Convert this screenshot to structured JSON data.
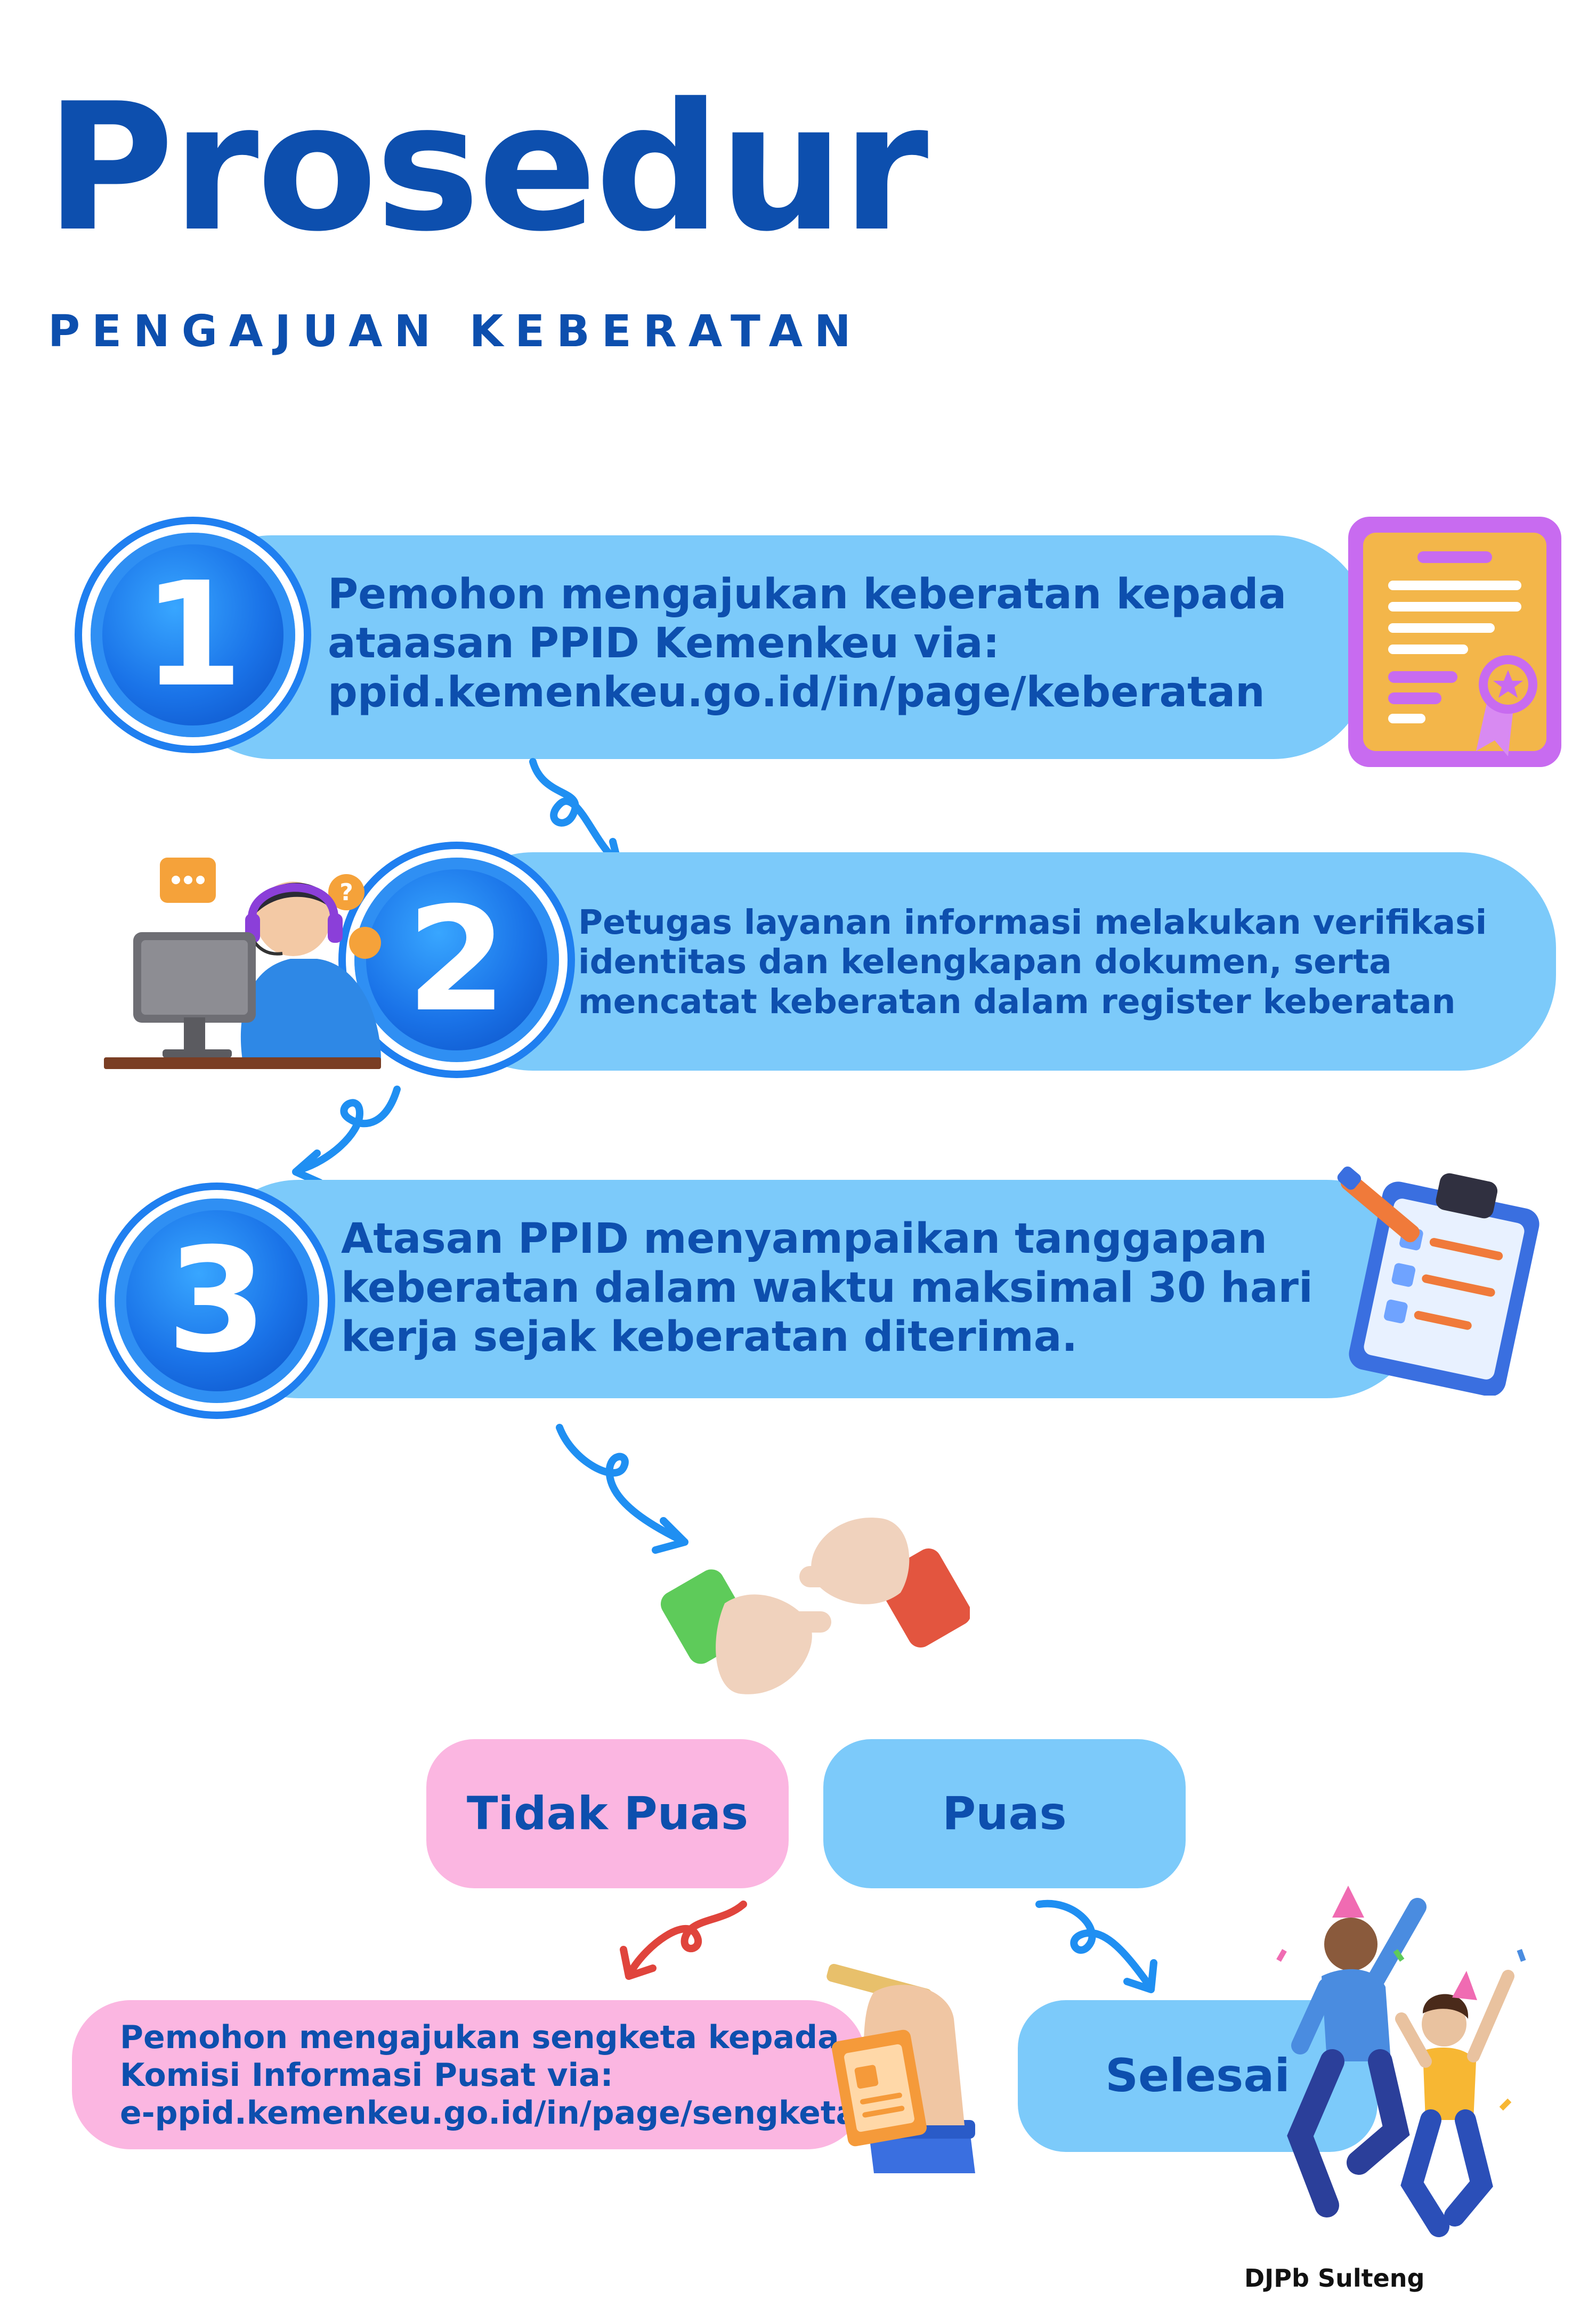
{
  "header": {
    "title": "Prosedur",
    "subtitle": "PENGAJUAN KEBERATAN"
  },
  "steps": [
    {
      "number": "1",
      "lines": [
        "Pemohon mengajukan keberatan kepada",
        "ataasan PPID Kemenkeu via:",
        "ppid.kemenkeu.go.id/in/page/keberatan"
      ]
    },
    {
      "number": "2",
      "lines": [
        "Petugas layanan informasi melakukan verifikasi",
        "identitas dan kelengkapan dokumen, serta",
        "mencatat keberatan dalam register keberatan"
      ]
    },
    {
      "number": "3",
      "lines": [
        "Atasan PPID menyampaikan tanggapan",
        "keberatan dalam waktu maksimal 30 hari",
        "kerja sejak keberatan diterima."
      ]
    }
  ],
  "outcomes": {
    "not_satisfied": "Tidak Puas",
    "satisfied": "Puas",
    "dispute_lines": [
      "Pemohon mengajukan sengketa kepada",
      "Komisi Informasi Pusat via:",
      "e-ppid.kemenkeu.go.id/in/page/sengketa"
    ],
    "done": "Selesai"
  },
  "footer": {
    "credit": "DJPb Sulteng"
  },
  "colors": {
    "brand_blue": "#0d4fae",
    "pill_blue": "#7ccafa",
    "pink": "#fbb6e1",
    "arrow_blue": "#1f8ff2",
    "arrow_red": "#e0443c"
  },
  "icons": [
    "certificate-icon",
    "customer-service-agent-icon",
    "clipboard-checklist-icon",
    "handshake-icon",
    "hand-with-notepad-icon",
    "celebrating-people-icon",
    "curly-arrow-icon"
  ]
}
